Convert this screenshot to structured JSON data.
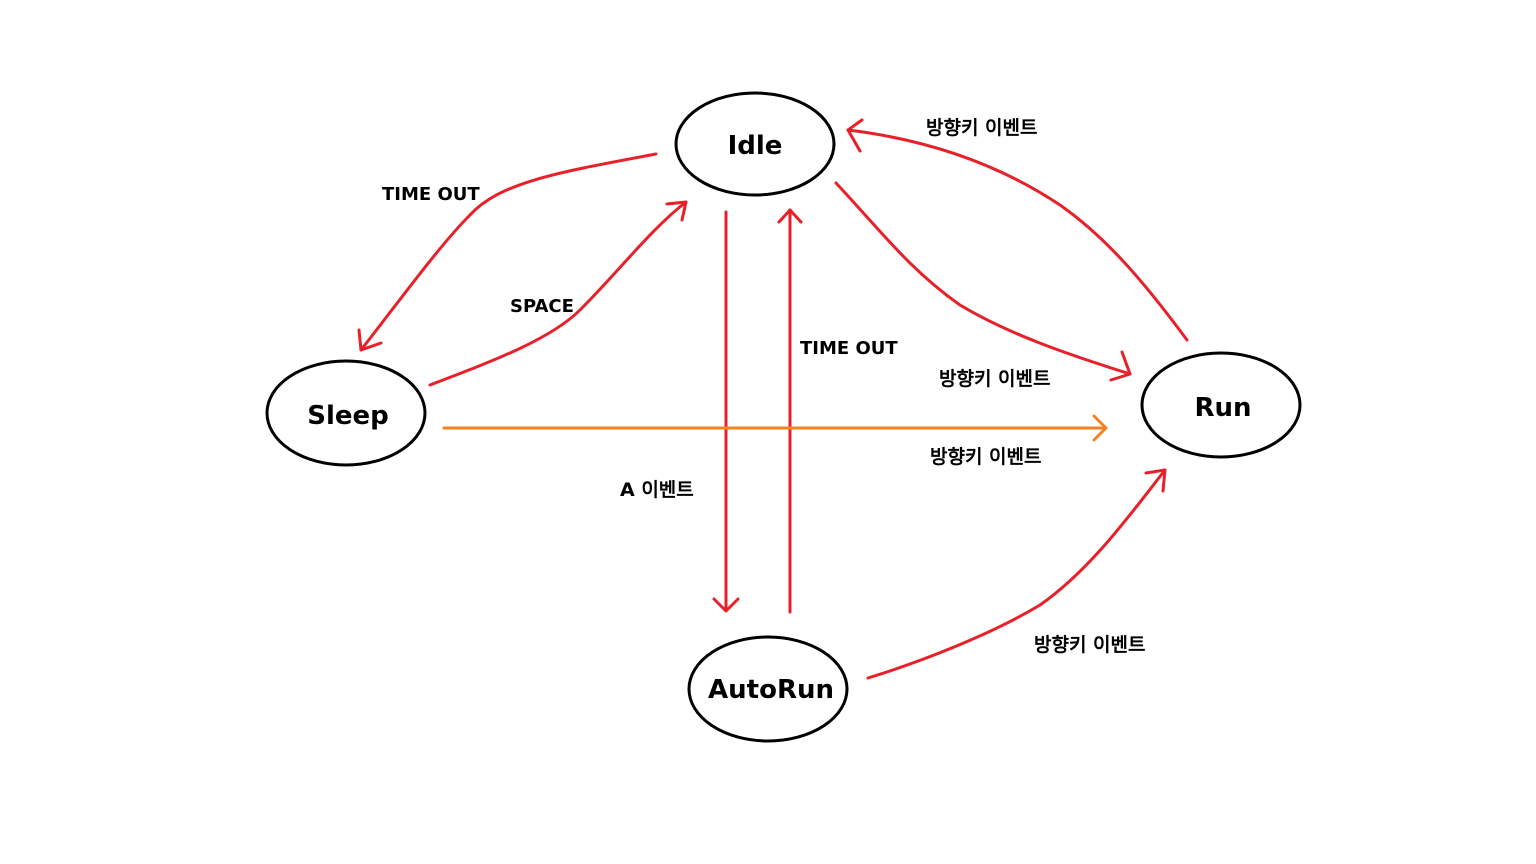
{
  "colors": {
    "transition": "#e8202a",
    "highlight_transition": "#f58220",
    "state_border": "#000000",
    "background": "#ffffff"
  },
  "states": {
    "idle": "Idle",
    "sleep": "Sleep",
    "run": "Run",
    "autorun": "AutoRun"
  },
  "transitions": {
    "idle_to_sleep": "TIME OUT",
    "sleep_to_idle": "SPACE",
    "autorun_to_idle": "TIME OUT",
    "idle_to_autorun": "A 이벤트",
    "run_to_idle": "방향키 이벤트",
    "idle_to_run": "방향키 이벤트",
    "sleep_to_run": "방향키 이벤트",
    "autorun_to_run": "방향키 이벤트"
  }
}
